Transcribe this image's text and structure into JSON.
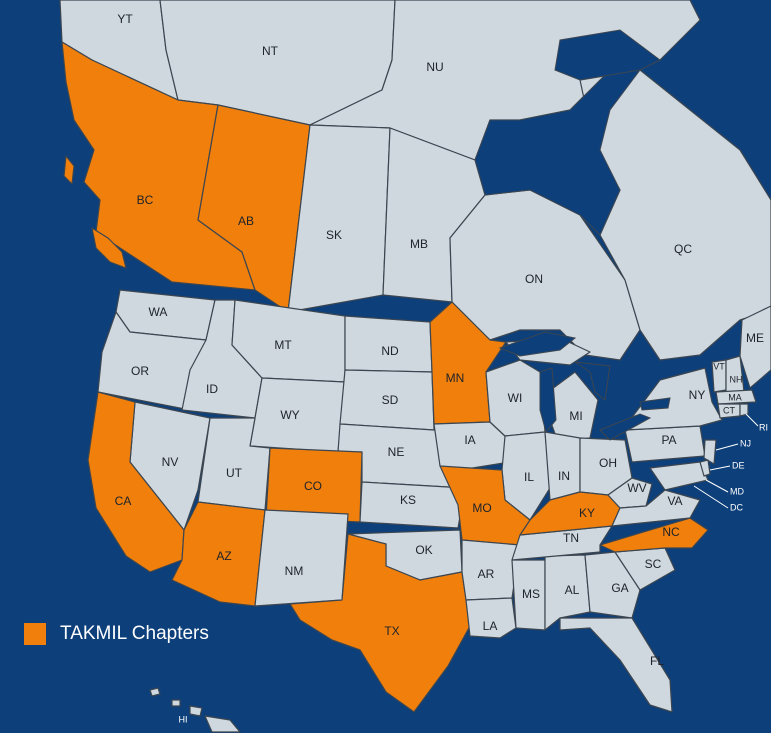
{
  "colors": {
    "ocean": "#0d3f7a",
    "land": "#cfd7df",
    "highlight": "#f07f0c",
    "border": "#3c4650"
  },
  "legend": {
    "label": "TAKMIL Chapters",
    "color": "#f07f0c"
  },
  "highlighted_regions": [
    "BC",
    "AB",
    "MN",
    "CA",
    "CO",
    "AZ",
    "TX",
    "MO",
    "KY",
    "NC"
  ],
  "labels": {
    "YT": "YT",
    "NT": "NT",
    "NU": "NU",
    "BC": "BC",
    "AB": "AB",
    "SK": "SK",
    "MB": "MB",
    "ON": "ON",
    "QC": "QC",
    "WA": "WA",
    "OR": "OR",
    "ID": "ID",
    "MT": "MT",
    "WY": "WY",
    "ND": "ND",
    "SD": "SD",
    "NE": "NE",
    "MN": "MN",
    "IA": "IA",
    "WI": "WI",
    "MI": "MI",
    "IL": "IL",
    "IN": "IN",
    "OH": "OH",
    "NV": "NV",
    "UT": "UT",
    "CO": "CO",
    "CA": "CA",
    "AZ": "AZ",
    "NM": "NM",
    "KS": "KS",
    "OK": "OK",
    "TX": "TX",
    "MO": "MO",
    "AR": "AR",
    "LA": "LA",
    "MS": "MS",
    "AL": "AL",
    "GA": "GA",
    "FL": "FL",
    "SC": "SC",
    "NC": "NC",
    "TN": "TN",
    "KY": "KY",
    "WV": "WV",
    "VA": "VA",
    "PA": "PA",
    "NY": "NY",
    "ME": "ME",
    "VT": "VT",
    "NH": "NH",
    "MA": "MA",
    "CT": "CT",
    "RI": "RI",
    "NJ": "NJ",
    "DE": "DE",
    "MD": "MD",
    "DC": "DC",
    "HI": "HI"
  }
}
